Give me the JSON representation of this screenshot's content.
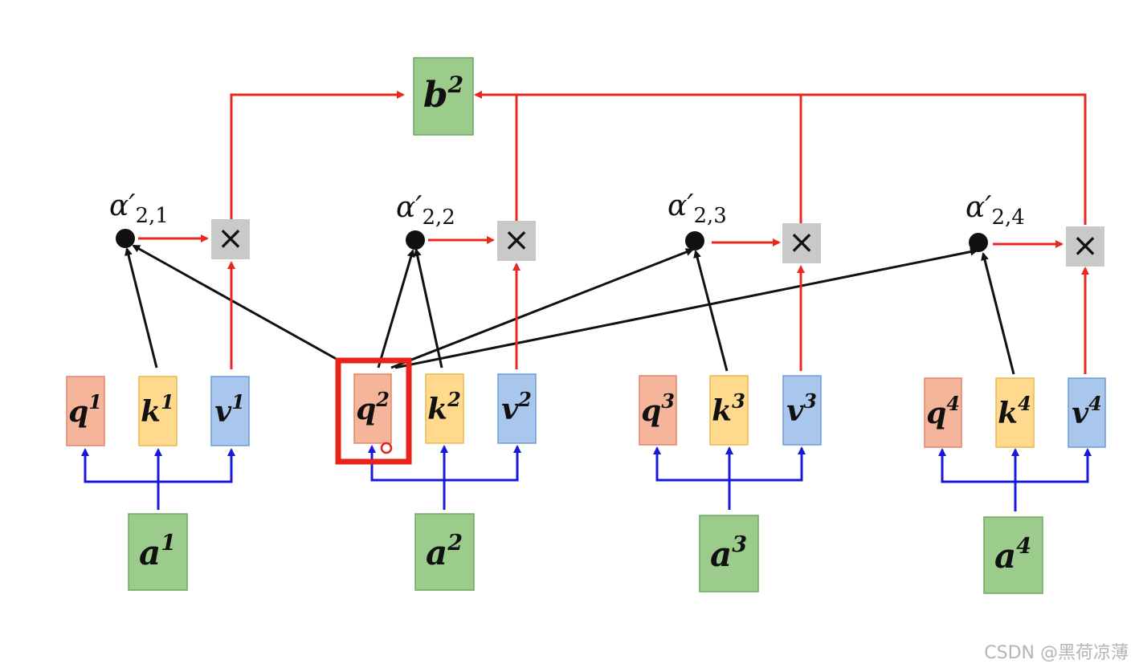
{
  "colors": {
    "query_fill": "#f5b59a",
    "query_stroke": "#e0856a",
    "key_fill": "#ffd98e",
    "key_stroke": "#e9b94d",
    "value_fill": "#a9c7ec",
    "value_stroke": "#6f9bd3",
    "input_fill": "#9ccc8c",
    "input_stroke": "#6da860",
    "mult_fill": "#c9c9c9",
    "attention_arrow": "#111111",
    "weighted_arrow": "#e8291c",
    "projection_arrow": "#1818d8",
    "highlight": "#e8231a"
  },
  "output": {
    "symbol": "b",
    "index": "2"
  },
  "groups": [
    {
      "input": {
        "symbol": "a",
        "index": "1"
      },
      "query": {
        "symbol": "q",
        "index": "1"
      },
      "key": {
        "symbol": "k",
        "index": "1"
      },
      "value": {
        "symbol": "v",
        "index": "1"
      },
      "score": {
        "symbol": "α′",
        "sub": "2,1"
      },
      "multiply_symbol": "×"
    },
    {
      "input": {
        "symbol": "a",
        "index": "2"
      },
      "query": {
        "symbol": "q",
        "index": "2"
      },
      "key": {
        "symbol": "k",
        "index": "2"
      },
      "value": {
        "symbol": "v",
        "index": "2"
      },
      "score": {
        "symbol": "α′",
        "sub": "2,2"
      },
      "multiply_symbol": "×"
    },
    {
      "input": {
        "symbol": "a",
        "index": "3"
      },
      "query": {
        "symbol": "q",
        "index": "3"
      },
      "key": {
        "symbol": "k",
        "index": "3"
      },
      "value": {
        "symbol": "v",
        "index": "3"
      },
      "score": {
        "symbol": "α′",
        "sub": "2,3"
      },
      "multiply_symbol": "×"
    },
    {
      "input": {
        "symbol": "a",
        "index": "4"
      },
      "query": {
        "symbol": "q",
        "index": "4"
      },
      "key": {
        "symbol": "k",
        "index": "4"
      },
      "value": {
        "symbol": "v",
        "index": "4"
      },
      "score": {
        "symbol": "α′",
        "sub": "2,4"
      },
      "multiply_symbol": "×"
    }
  ],
  "highlighted_query": "q2",
  "watermark": "CSDN @黑荷凉薄"
}
